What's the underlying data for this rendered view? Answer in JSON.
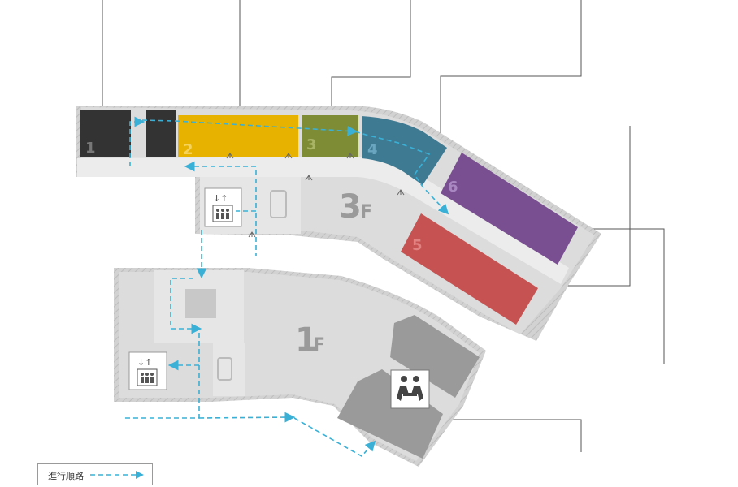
{
  "floors": {
    "upper": {
      "label": "3F",
      "label_number": "3",
      "label_suffix": "F"
    },
    "lower": {
      "label": "1F",
      "label_number": "1",
      "label_suffix": "F"
    }
  },
  "rooms": [
    {
      "number": "1",
      "color": "#333333"
    },
    {
      "number": "2",
      "color": "#e8b200"
    },
    {
      "number": "3",
      "color": "#7d8c35"
    },
    {
      "number": "4",
      "color": "#3f7a93"
    },
    {
      "number": "5",
      "color": "#c65352"
    },
    {
      "number": "6",
      "color": "#7a4f92"
    }
  ],
  "colors": {
    "floor_gray": "#dcdcdc",
    "corridor": "#ececec",
    "route": "#3ab0d6",
    "lounge": "#9a9a9a"
  },
  "icons": [
    "elevator-icon",
    "elevator-icon",
    "lounge-seating-icon",
    "door-icon"
  ],
  "legend": {
    "label": "進行順路"
  }
}
